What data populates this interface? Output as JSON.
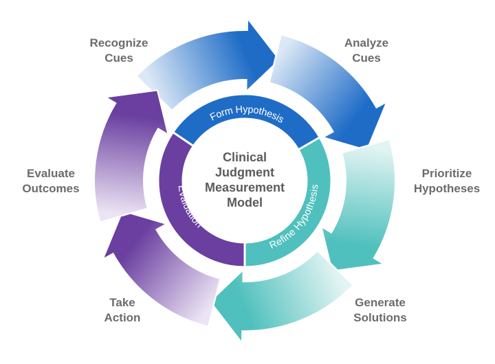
{
  "diagram": {
    "title_lines": [
      "Clinical",
      "Judgment",
      "Measurement",
      "Model"
    ],
    "inner_ring": [
      {
        "label": "Form Hypothesis",
        "color": "#1f6cc7"
      },
      {
        "label": "Refine Hypothesis",
        "color": "#4fc0bd"
      },
      {
        "label": "Evaluation",
        "color": "#6a3fa0"
      }
    ],
    "outer_steps": [
      {
        "label_lines": [
          "Recognize",
          "Cues"
        ],
        "color_head": "#1f6cc7",
        "color_tail": "#dbe8f6"
      },
      {
        "label_lines": [
          "Analyze",
          "Cues"
        ],
        "color_head": "#1f6cc7",
        "color_tail": "#dbe8f6"
      },
      {
        "label_lines": [
          "Prioritize",
          "Hypotheses"
        ],
        "color_head": "#4fc0bd",
        "color_tail": "#e2f4f3"
      },
      {
        "label_lines": [
          "Generate",
          "Solutions"
        ],
        "color_head": "#4fc0bd",
        "color_tail": "#e2f4f3"
      },
      {
        "label_lines": [
          "Take",
          "Action"
        ],
        "color_head": "#6a3fa0",
        "color_tail": "#ece4f4"
      },
      {
        "label_lines": [
          "Evaluate",
          "Outcomes"
        ],
        "color_head": "#6a3fa0",
        "color_tail": "#ece4f4"
      }
    ]
  }
}
